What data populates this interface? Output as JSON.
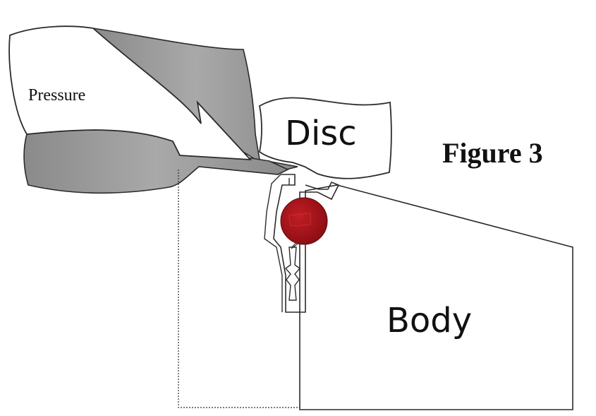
{
  "figure": {
    "title": "Figure 3"
  },
  "labels": {
    "pressure": "Pressure",
    "disc": "Disc",
    "body": "Body"
  },
  "colors": {
    "background": "#ffffff",
    "outline": "#2b2b2b",
    "flow_gray": "#8c8c8c",
    "ball_red": "#a5141b",
    "text": "#111111"
  }
}
